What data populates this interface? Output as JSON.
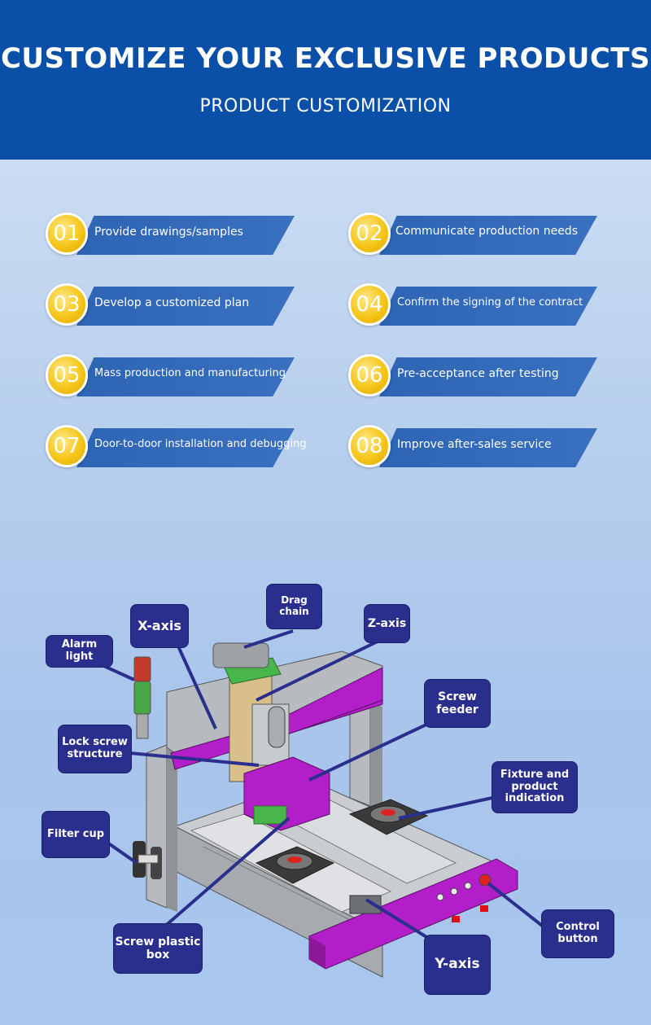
{
  "header": {
    "title": "CUSTOMIZE YOUR EXCLUSIVE PRODUCTS",
    "subtitle": "PRODUCT CUSTOMIZATION"
  },
  "steps": [
    {
      "num": "01",
      "label": "Provide drawings/samples"
    },
    {
      "num": "02",
      "label": "Communicate production needs"
    },
    {
      "num": "03",
      "label": "Develop a customized plan"
    },
    {
      "num": "04",
      "label": "Confirm the signing of the contract"
    },
    {
      "num": "05",
      "label": "Mass production and manufacturing"
    },
    {
      "num": "06",
      "label": "Pre-acceptance after testing"
    },
    {
      "num": "07",
      "label": "Door-to-door installation and debugging"
    },
    {
      "num": "08",
      "label": "Improve after-sales service"
    }
  ],
  "callouts": {
    "drag_chain": "Drag chain",
    "x_axis": "X-axis",
    "z_axis": "Z-axis",
    "alarm_light": "Alarm light",
    "screw_feeder": "Screw feeder",
    "lock_screw": "Lock screw structure",
    "fixture": "Fixture and product indication",
    "filter_cup": "Filter cup",
    "screw_box": "Screw plastic box",
    "y_axis": "Y-axis",
    "control_button": "Control button"
  },
  "colors": {
    "header_bg": "#0a4fa8",
    "ribbon": "#2d64b3",
    "badge": "#f5c518",
    "callout": "#2a2f8e",
    "machine_accent": "#b21fc9"
  }
}
